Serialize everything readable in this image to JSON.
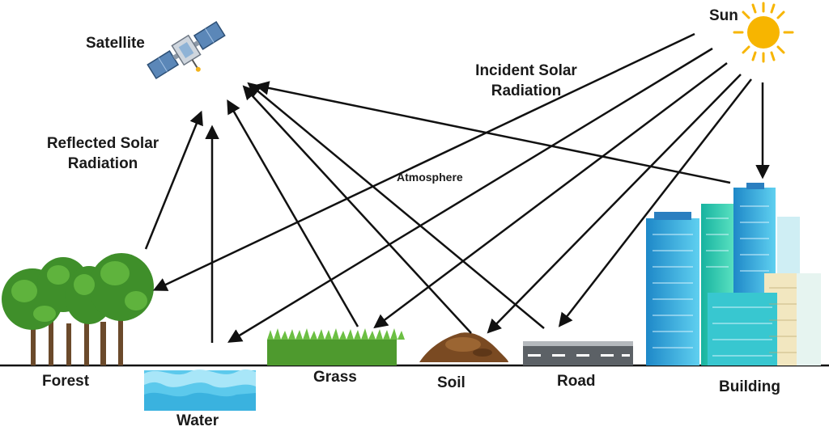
{
  "labels": {
    "sun": "Sun",
    "satellite": "Satellite",
    "incident_line1": "Incident Solar",
    "incident_line2": "Radiation",
    "reflected_line1": "Reflected Solar",
    "reflected_line2": "Radiation",
    "atmosphere": "Atmosphere",
    "forest": "Forest",
    "water": "Water",
    "grass": "Grass",
    "soil": "Soil",
    "road": "Road",
    "building": "Building"
  },
  "icons": {
    "sun": "sun-icon",
    "satellite": "satellite-icon",
    "forest": "forest-icon",
    "water": "water-icon",
    "grass": "grass-icon",
    "soil": "soil-icon",
    "road": "road-icon",
    "building": "building-icon"
  },
  "colors": {
    "sun": "#f7b500",
    "tree": "#3f8f2a",
    "water": "#4fc3e8",
    "grass": "#5aa53a",
    "soil": "#7a4a22",
    "road": "#5c6166",
    "building": "#2aa7e0",
    "arrow": "#111111"
  }
}
